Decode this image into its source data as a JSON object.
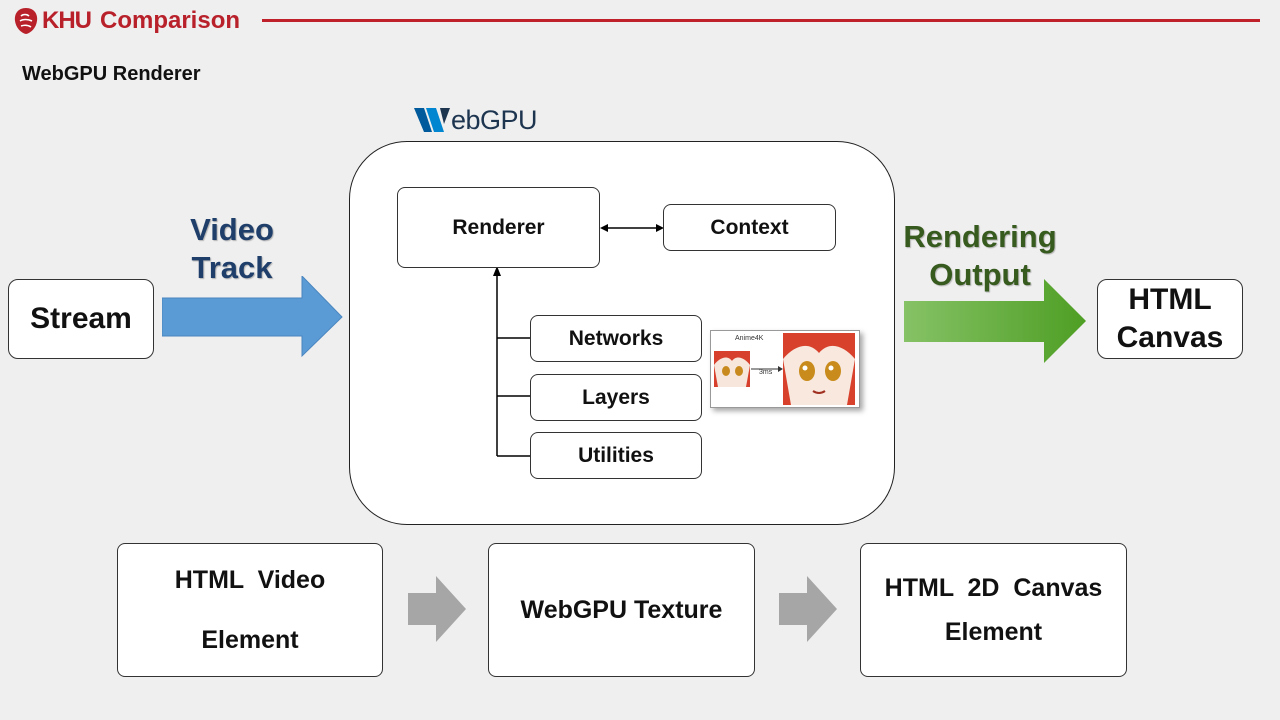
{
  "header": {
    "brand": "KHU",
    "title": "Comparison",
    "rule_color": "#c0202a"
  },
  "subtitle": "WebGPU Renderer",
  "webgpu_logo": "ebGPU",
  "left": {
    "stream_label": "Stream",
    "arrow_label_line1": "Video",
    "arrow_label_line2": "Track"
  },
  "panel": {
    "renderer": "Renderer",
    "context": "Context",
    "networks": "Networks",
    "layers": "Layers",
    "utilities": "Utilities",
    "anime_title": "Anime4K",
    "anime_time": "3ms"
  },
  "right": {
    "arrow_label_line1": "Rendering",
    "arrow_label_line2": "Output",
    "canvas_line1": "HTML",
    "canvas_line2": "Canvas"
  },
  "bottom": {
    "video_line1": "HTML  Video",
    "video_line2": "Element",
    "texture": "WebGPU Texture",
    "canvas_line1": "HTML  2D  Canvas",
    "canvas_line2": "Element"
  },
  "colors": {
    "blue_arrow": "#5b9bd5",
    "green_arrow": "#5aa832",
    "gray_arrow": "#a6a6a6"
  }
}
